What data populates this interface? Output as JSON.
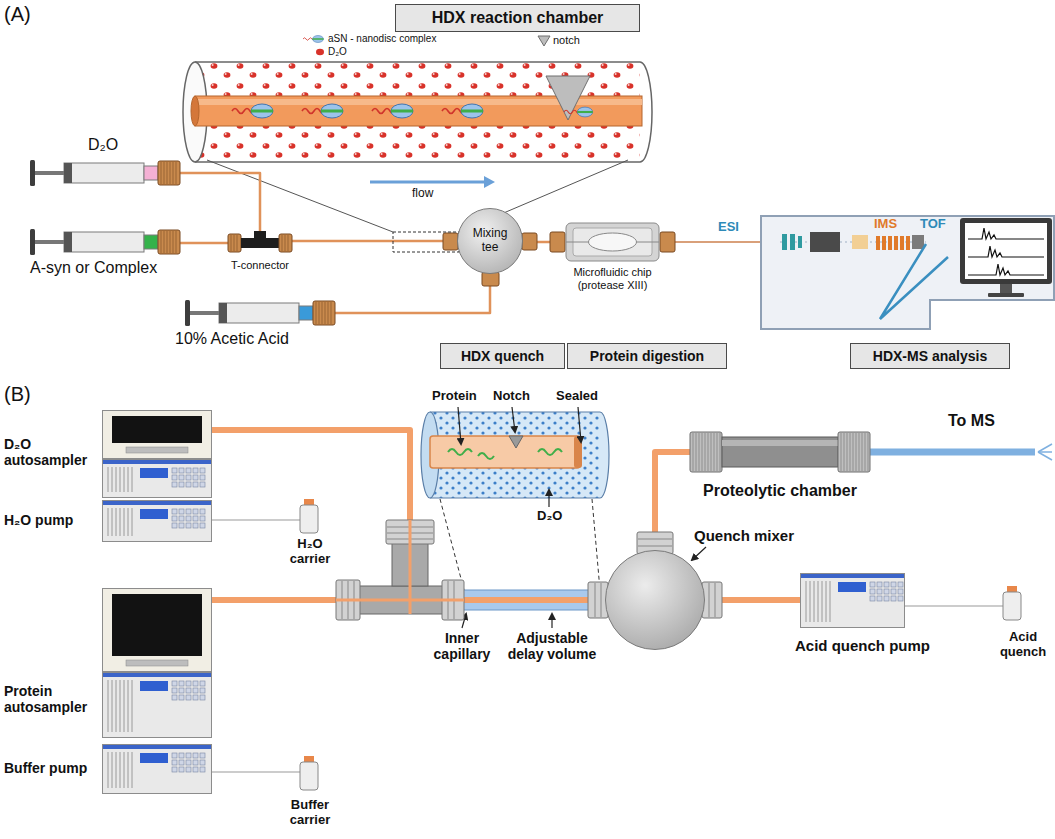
{
  "diagram": {
    "nodes": [
      {
        "text": [
          "HDX reaction chamber"
        ]
      },
      {
        "text": [
          "D₂O"
        ]
      },
      {
        "text": [
          "A-syn or Complex"
        ]
      },
      {
        "text": [
          "T-connector"
        ]
      },
      {
        "text": [
          "Mixing tee"
        ]
      },
      {
        "text": [
          "10% Acetic Acid"
        ]
      },
      {
        "text": [
          "Microfluidic chip (protease XIII)"
        ]
      },
      {
        "text": [
          "ESI",
          "IMS",
          "TOF"
        ]
      },
      {
        "text": [
          "HDX quench"
        ]
      },
      {
        "text": [
          "Protein digestion"
        ]
      },
      {
        "text": [
          "HDX-MS analysis"
        ]
      },
      {
        "text": [
          "D₂O autosampler"
        ]
      },
      {
        "text": [
          "H₂O pump"
        ]
      },
      {
        "text": [
          "Protein autosampler"
        ]
      },
      {
        "text": [
          "Buffer pump"
        ]
      },
      {
        "text": [
          "Quench mixer"
        ]
      },
      {
        "text": [
          "Proteolytic chamber"
        ]
      },
      {
        "text": [
          "Acid quench pump"
        ]
      }
    ],
    "edges": [
      {
        "from": 1,
        "to": 3,
        "arrow": "none"
      },
      {
        "from": 2,
        "to": 3,
        "arrow": "none"
      },
      {
        "from": 3,
        "to": 4,
        "arrow": "none"
      },
      {
        "from": 5,
        "to": 4,
        "arrow": "none"
      },
      {
        "from": 4,
        "to": 6,
        "arrow": "none"
      },
      {
        "from": 6,
        "to": 7,
        "arrow": "none"
      },
      {
        "from": 11,
        "to": 15,
        "arrow": "none"
      },
      {
        "from": 13,
        "to": 15,
        "arrow": "none"
      },
      {
        "from": 17,
        "to": 15,
        "arrow": "none"
      },
      {
        "from": 15,
        "to": 16,
        "arrow": "none"
      }
    ],
    "labels": [
      "(A)",
      "flow",
      "(B)",
      "H₂O carrier",
      "Buffer carrier",
      "Protein",
      "Notch",
      "Sealed",
      "D₂O",
      "To MS",
      "Inner capillary",
      "Adjustable delay volume",
      "Acid quench"
    ],
    "legend": [
      {
        "text": "aSN - nanodisc complex"
      },
      {
        "text": "D₂O"
      },
      {
        "text": "notch"
      }
    ]
  }
}
